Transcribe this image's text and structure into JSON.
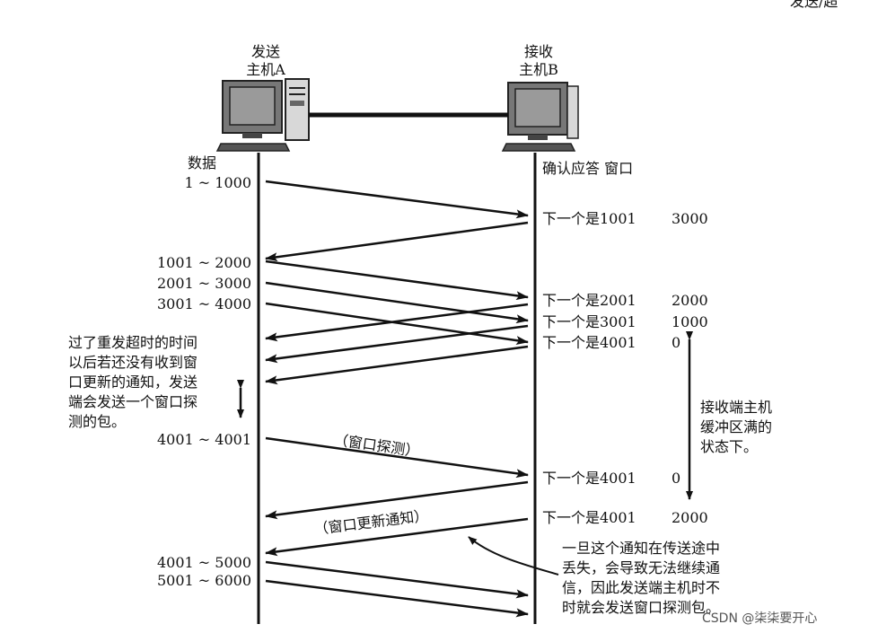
{
  "top_right_fragment": "发送/超",
  "host_a": {
    "line1": "发送",
    "line2": "主机A"
  },
  "host_b": {
    "line1": "接收",
    "line2": "主机B"
  },
  "left_header": "数据",
  "right_header": "确认应答 窗口",
  "segments": [
    "1 ~ 1000",
    "1001 ~ 2000",
    "2001 ~ 3000",
    "3001 ~ 4000",
    "4001 ~ 4001",
    "4001 ~ 5000",
    "5001 ~ 6000"
  ],
  "acks": [
    {
      "text": "下一个是1001",
      "window": "3000"
    },
    {
      "text": "下一个是2001",
      "window": "2000"
    },
    {
      "text": "下一个是3001",
      "window": "1000"
    },
    {
      "text": "下一个是4001",
      "window": "0"
    },
    {
      "text": "下一个是4001",
      "window": "0"
    },
    {
      "text": "下一个是4001",
      "window": "2000"
    }
  ],
  "left_note": "过了重发超时的时间\n以后若还没有收到窗\n口更新的通知，发送\n端会发送一个窗口探\n测的包。",
  "right_note": "接收端主机\n缓冲区满的\n状态下。",
  "bottom_note": "一旦这个通知在传送途中\n丢失，会导致无法继续通\n信，因此发送端主机时不\n时就会发送窗口探测包。",
  "probe_label": "（窗口探测）",
  "update_label": "（窗口更新通知）",
  "watermark": "CSDN @柒柒要开心"
}
